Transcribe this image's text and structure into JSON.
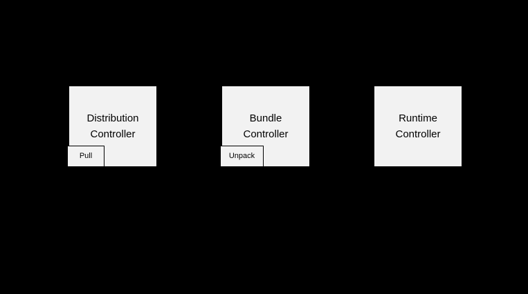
{
  "diagram": {
    "nodes": [
      {
        "id": "distribution-controller",
        "title": "Distribution\nController",
        "action": "Pull"
      },
      {
        "id": "bundle-controller",
        "title": "Bundle\nController",
        "action": "Unpack"
      },
      {
        "id": "runtime-controller",
        "title": "Runtime\nController",
        "action": null
      }
    ]
  },
  "colors": {
    "background": "#000000",
    "node_fill": "#f2f2f2",
    "node_border": "#000000",
    "text": "#000000"
  }
}
